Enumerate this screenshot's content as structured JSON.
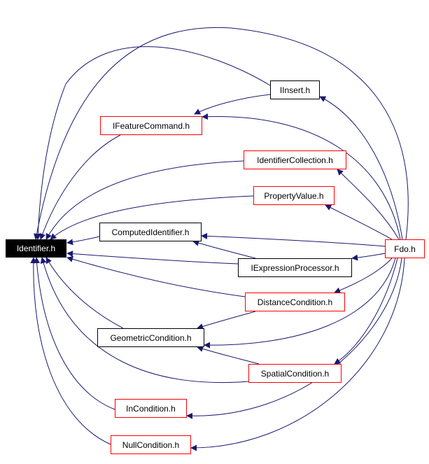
{
  "colors": {
    "edge": "#191970",
    "box_border": "#000000",
    "box_border_red": "#ff0000",
    "root_fill": "#000000",
    "root_text": "#ffffff"
  },
  "nodes": {
    "identifier": "Identifier.h",
    "iinsert": "IInsert.h",
    "ifeaturecommand": "IFeatureCommand.h",
    "identifiercollection": "IdentifierCollection.h",
    "propertyvalue": "PropertyValue.h",
    "computedidentifier": "ComputedIdentifier.h",
    "fdo": "Fdo.h",
    "iexpressionprocessor": "IExpressionProcessor.h",
    "distancecondition": "DistanceCondition.h",
    "geometriccondition": "GeometricCondition.h",
    "spatialcondition": "SpatialCondition.h",
    "incondition": "InCondition.h",
    "nullcondition": "NullCondition.h"
  },
  "edges": [
    [
      "iinsert",
      "identifier"
    ],
    [
      "iinsert",
      "ifeaturecommand"
    ],
    [
      "ifeaturecommand",
      "identifier"
    ],
    [
      "identifiercollection",
      "identifier"
    ],
    [
      "propertyvalue",
      "identifier"
    ],
    [
      "computedidentifier",
      "identifier"
    ],
    [
      "iexpressionprocessor",
      "identifier"
    ],
    [
      "iexpressionprocessor",
      "computedidentifier"
    ],
    [
      "distancecondition",
      "identifier"
    ],
    [
      "distancecondition",
      "geometriccondition"
    ],
    [
      "geometriccondition",
      "identifier"
    ],
    [
      "spatialcondition",
      "identifier"
    ],
    [
      "spatialcondition",
      "geometriccondition"
    ],
    [
      "incondition",
      "identifier"
    ],
    [
      "nullcondition",
      "identifier"
    ],
    [
      "fdo",
      "identifier"
    ],
    [
      "fdo",
      "iinsert"
    ],
    [
      "fdo",
      "ifeaturecommand"
    ],
    [
      "fdo",
      "identifiercollection"
    ],
    [
      "fdo",
      "propertyvalue"
    ],
    [
      "fdo",
      "computedidentifier"
    ],
    [
      "fdo",
      "iexpressionprocessor"
    ],
    [
      "fdo",
      "distancecondition"
    ],
    [
      "fdo",
      "geometriccondition"
    ],
    [
      "fdo",
      "spatialcondition"
    ],
    [
      "fdo",
      "incondition"
    ],
    [
      "fdo",
      "nullcondition"
    ]
  ]
}
